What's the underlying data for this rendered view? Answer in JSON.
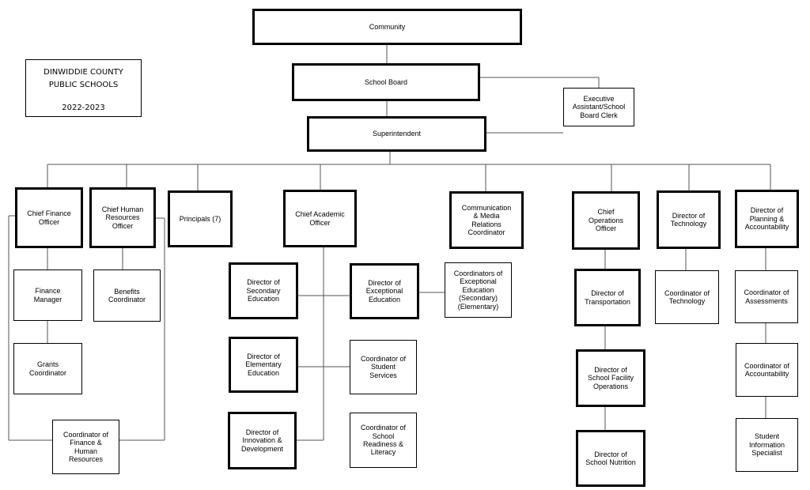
{
  "title_block": {
    "line1": "DINWIDDIE COUNTY",
    "line2": "PUBLIC SCHOOLS",
    "year": "2022-2023"
  },
  "nodes": {
    "community": "Community",
    "school_board": "School Board",
    "executive_assistant": "Executive\nAssistant/School\nBoard Clerk",
    "superintendent": "Superintendent",
    "chief_finance_officer": "Chief Finance\nOfficer",
    "chief_hr_officer": "Chief Human\nResources\nOfficer",
    "principals": "Principals (7)",
    "chief_academic_officer": "Chief Academic\nOfficer",
    "communication_media": "Communication\n& Media\nRelations\nCoordinator",
    "chief_operations_officer": "Chief\nOperations\nOfficer",
    "director_technology": "Director of\nTechnology",
    "director_planning": "Director of\nPlanning &\nAccountability",
    "finance_manager": "Finance\nManager",
    "benefits_coordinator": "Benefits\nCoordinator",
    "grants_coordinator": "Grants\nCoordinator",
    "coordinator_finance_hr": "Coordinator of\nFinance &\nHuman\nResources",
    "director_secondary": "Director of\nSecondary\nEducation",
    "director_exceptional": "Director of\nExceptional\nEducation",
    "coordinators_exceptional": "Coordinators of\nExceptional\nEducation\n(Secondary)\n(Elementary)",
    "director_elementary": "Director of\nElementary\nEducation",
    "coordinator_student_services": "Coordinator of\nStudent\nServices",
    "director_innovation": "Director of\nInnovation &\nDevelopment",
    "coordinator_school_readiness": "Coordinator of\nSchool\nReadiness &\nLiteracy",
    "director_transportation": "Director of\nTransportation",
    "director_facility": "Director of\nSchool Facility\nOperations",
    "director_nutrition": "Director of\nSchool Nutrition",
    "coordinator_technology": "Coordinator of\nTechnology",
    "coordinator_assessments": "Coordinator of\nAssessments",
    "coordinator_accountability": "Coordinator of\nAccountability",
    "student_info_specialist": "Student\nInformation\nSpecialist"
  }
}
